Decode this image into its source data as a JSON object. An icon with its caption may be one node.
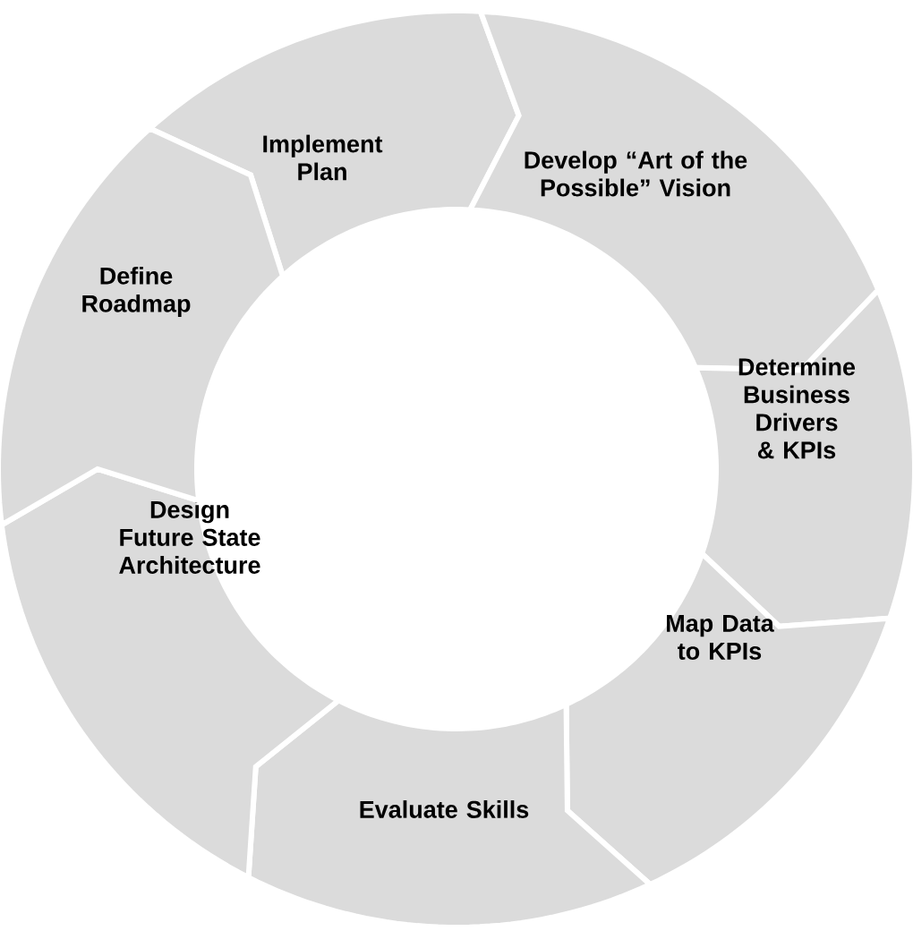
{
  "diagram": {
    "nodes": [
      {
        "text": [
          "Implement Plan"
        ]
      },
      {
        "text": [
          "Develop “Art of the Possible” Vision"
        ]
      },
      {
        "text": [
          "Determine Business Drivers & KPIs"
        ]
      },
      {
        "text": [
          "Map Data to KPIs"
        ]
      },
      {
        "text": [
          "Evaluate Skills"
        ]
      },
      {
        "text": [
          "Design Future State Architecture"
        ]
      },
      {
        "text": [
          "Define Roadmap"
        ]
      }
    ]
  }
}
